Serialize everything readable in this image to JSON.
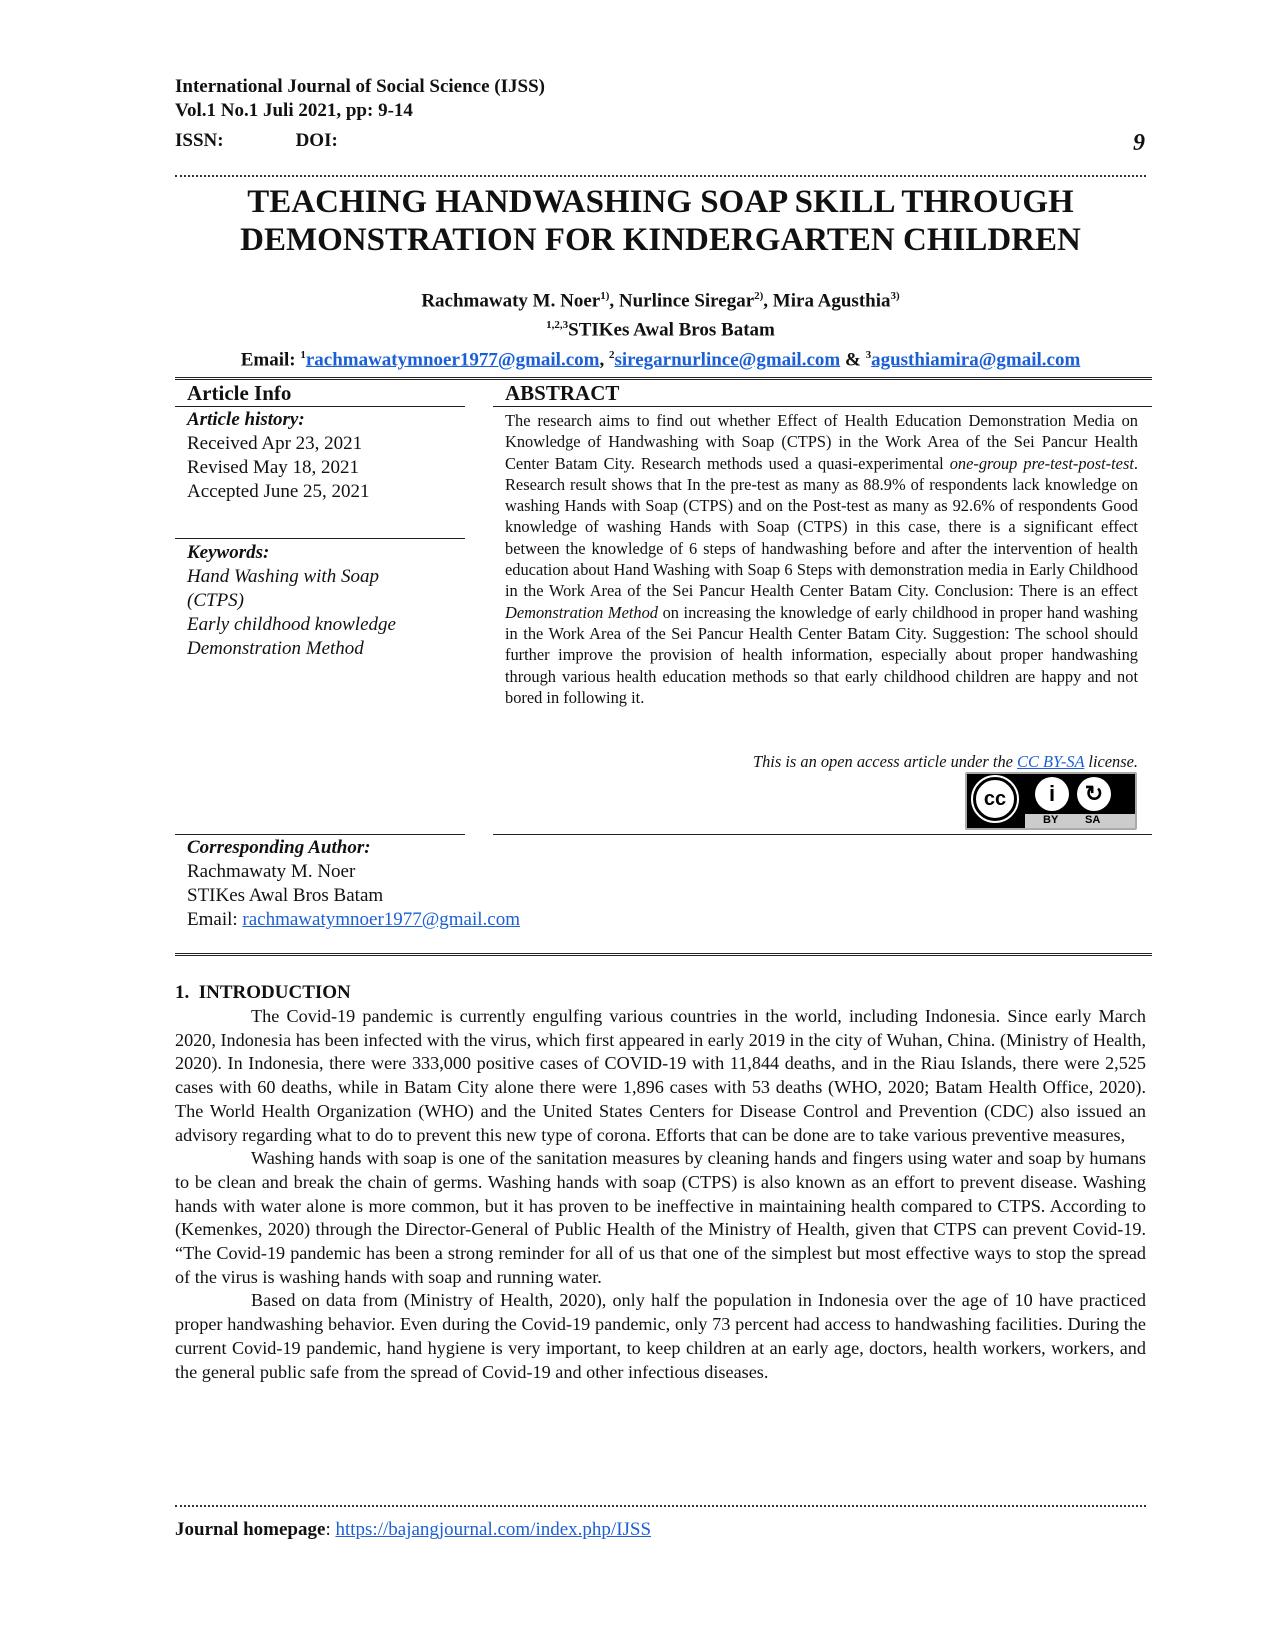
{
  "header": {
    "journal": "International Journal of Social Science (IJSS)",
    "volume": "Vol.1 No.1 Juli 2021, pp: 9-14",
    "issn_label": "ISSN:",
    "doi_label": "DOI:",
    "page_number": "9"
  },
  "title": {
    "line1": "TEACHING HANDWASHING SOAP SKILL THROUGH",
    "line2": "DEMONSTRATION FOR KINDERGARTEN CHILDREN"
  },
  "authors": {
    "a1": "Rachmawaty M. Noer",
    "s1": "1)",
    "a2": "Nurlince Siregar",
    "s2": "2)",
    "a3": "Mira Agusthia",
    "s3": "3)",
    "aff_sup": "1,2,3",
    "affiliation": "STIKes Awal Bros Batam",
    "email_label": "Email: ",
    "e1": "rachmawatymnoer1977@gmail.com",
    "e2": "siregarnurlince@gmail.com",
    "e3": "agusthiamira@gmail.com",
    "amp": " & "
  },
  "article_info": {
    "heading": "Article Info",
    "history_label": "Article history:",
    "received": "Received Apr 23, 2021",
    "revised": "Revised May 18, 2021",
    "accepted": "Accepted June 25, 2021",
    "keywords_label": "Keywords:",
    "keywords": [
      "Hand Washing with Soap",
      "(CTPS)",
      "Early childhood knowledge",
      "Demonstration Method"
    ]
  },
  "abstract": {
    "heading": "ABSTRACT",
    "p1": "The research aims to find out whether Effect of Health Education Demonstration Media on Knowledge of Handwashing with Soap (CTPS) in the Work Area of the Sei Pancur Health Center Batam City. Research methods used a quasi-experimental ",
    "i1": "one-group pre-test-post-test",
    "p2": ". Research result shows that In the pre-test as many as 88.9% of respondents lack knowledge on washing Hands with Soap (CTPS) and on the Post-test as many as 92.6% of respondents Good knowledge of washing Hands with Soap (CTPS) in this case, there is a significant effect between the knowledge of 6 steps of handwashing before and after the intervention of health education about Hand Washing with Soap 6 Steps with demonstration media in Early Childhood in the Work Area of the Sei Pancur Health Center Batam City. Conclusion: There is an effect ",
    "i2": "Demonstration Method",
    "p3": " on increasing the knowledge of early childhood in proper hand washing in the Work Area of the Sei Pancur Health Center Batam City. Suggestion: The school should further improve the provision of health information, especially about proper handwashing through various health education methods so that early childhood children are happy and not bored in following it.",
    "license_pre": "This is an open access article under the ",
    "license_link": "CC BY-SA",
    "license_post": " license.",
    "cc_badge": [
      "cc",
      "BY",
      "SA"
    ]
  },
  "corresponding": {
    "label": "Corresponding Author:",
    "name": "Rachmawaty M. Noer",
    "affiliation": "STIKes Awal Bros Batam",
    "email_label": "Email: ",
    "email": "rachmawatymnoer1977@gmail.com"
  },
  "introduction": {
    "heading": "1.  INTRODUCTION",
    "paragraphs": [
      "The Covid-19 pandemic is currently engulfing various countries in the world, including Indonesia. Since early March 2020, Indonesia has been infected with the virus, which first appeared in early 2019 in the city of Wuhan, China. (Ministry of Health, 2020). In Indonesia, there were 333,000 positive cases of COVID-19 with 11,844 deaths, and in the Riau Islands, there were 2,525 cases with 60 deaths, while in Batam City alone there were 1,896 cases with 53 deaths (WHO, 2020; Batam Health Office, 2020). The World Health Organization (WHO) and the United States Centers for Disease Control and Prevention (CDC) also issued an advisory regarding what to do to prevent this new type of corona. Efforts that can be done are to take various preventive measures,",
      "Washing hands with soap is one of the sanitation measures by cleaning hands and fingers using water and soap by humans to be clean and break the chain of germs. Washing hands with soap (CTPS) is also known as an effort to prevent disease. Washing hands with water alone is more common, but it has proven to be ineffective in maintaining health compared to CTPS. According to (Kemenkes, 2020) through the Director-General of Public Health of the Ministry of Health, given that CTPS can prevent Covid-19. “The Covid-19 pandemic has been a strong reminder for all of us that one of the simplest but most effective ways to stop the spread of the virus is washing hands with soap and running water.",
      "Based on data from (Ministry of Health, 2020), only half the population in Indonesia over the age of 10 have practiced proper handwashing behavior. Even during the Covid-19 pandemic, only 73 percent had access to handwashing facilities. During the current Covid-19 pandemic, hand hygiene is very important, to keep children at an early age, doctors, health workers, workers, and the general public safe from the spread of Covid-19 and other infectious diseases."
    ]
  },
  "footer": {
    "label": "Journal homepage",
    "sep": ": ",
    "url": "https://bajangjournal.com/index.php/IJSS"
  }
}
